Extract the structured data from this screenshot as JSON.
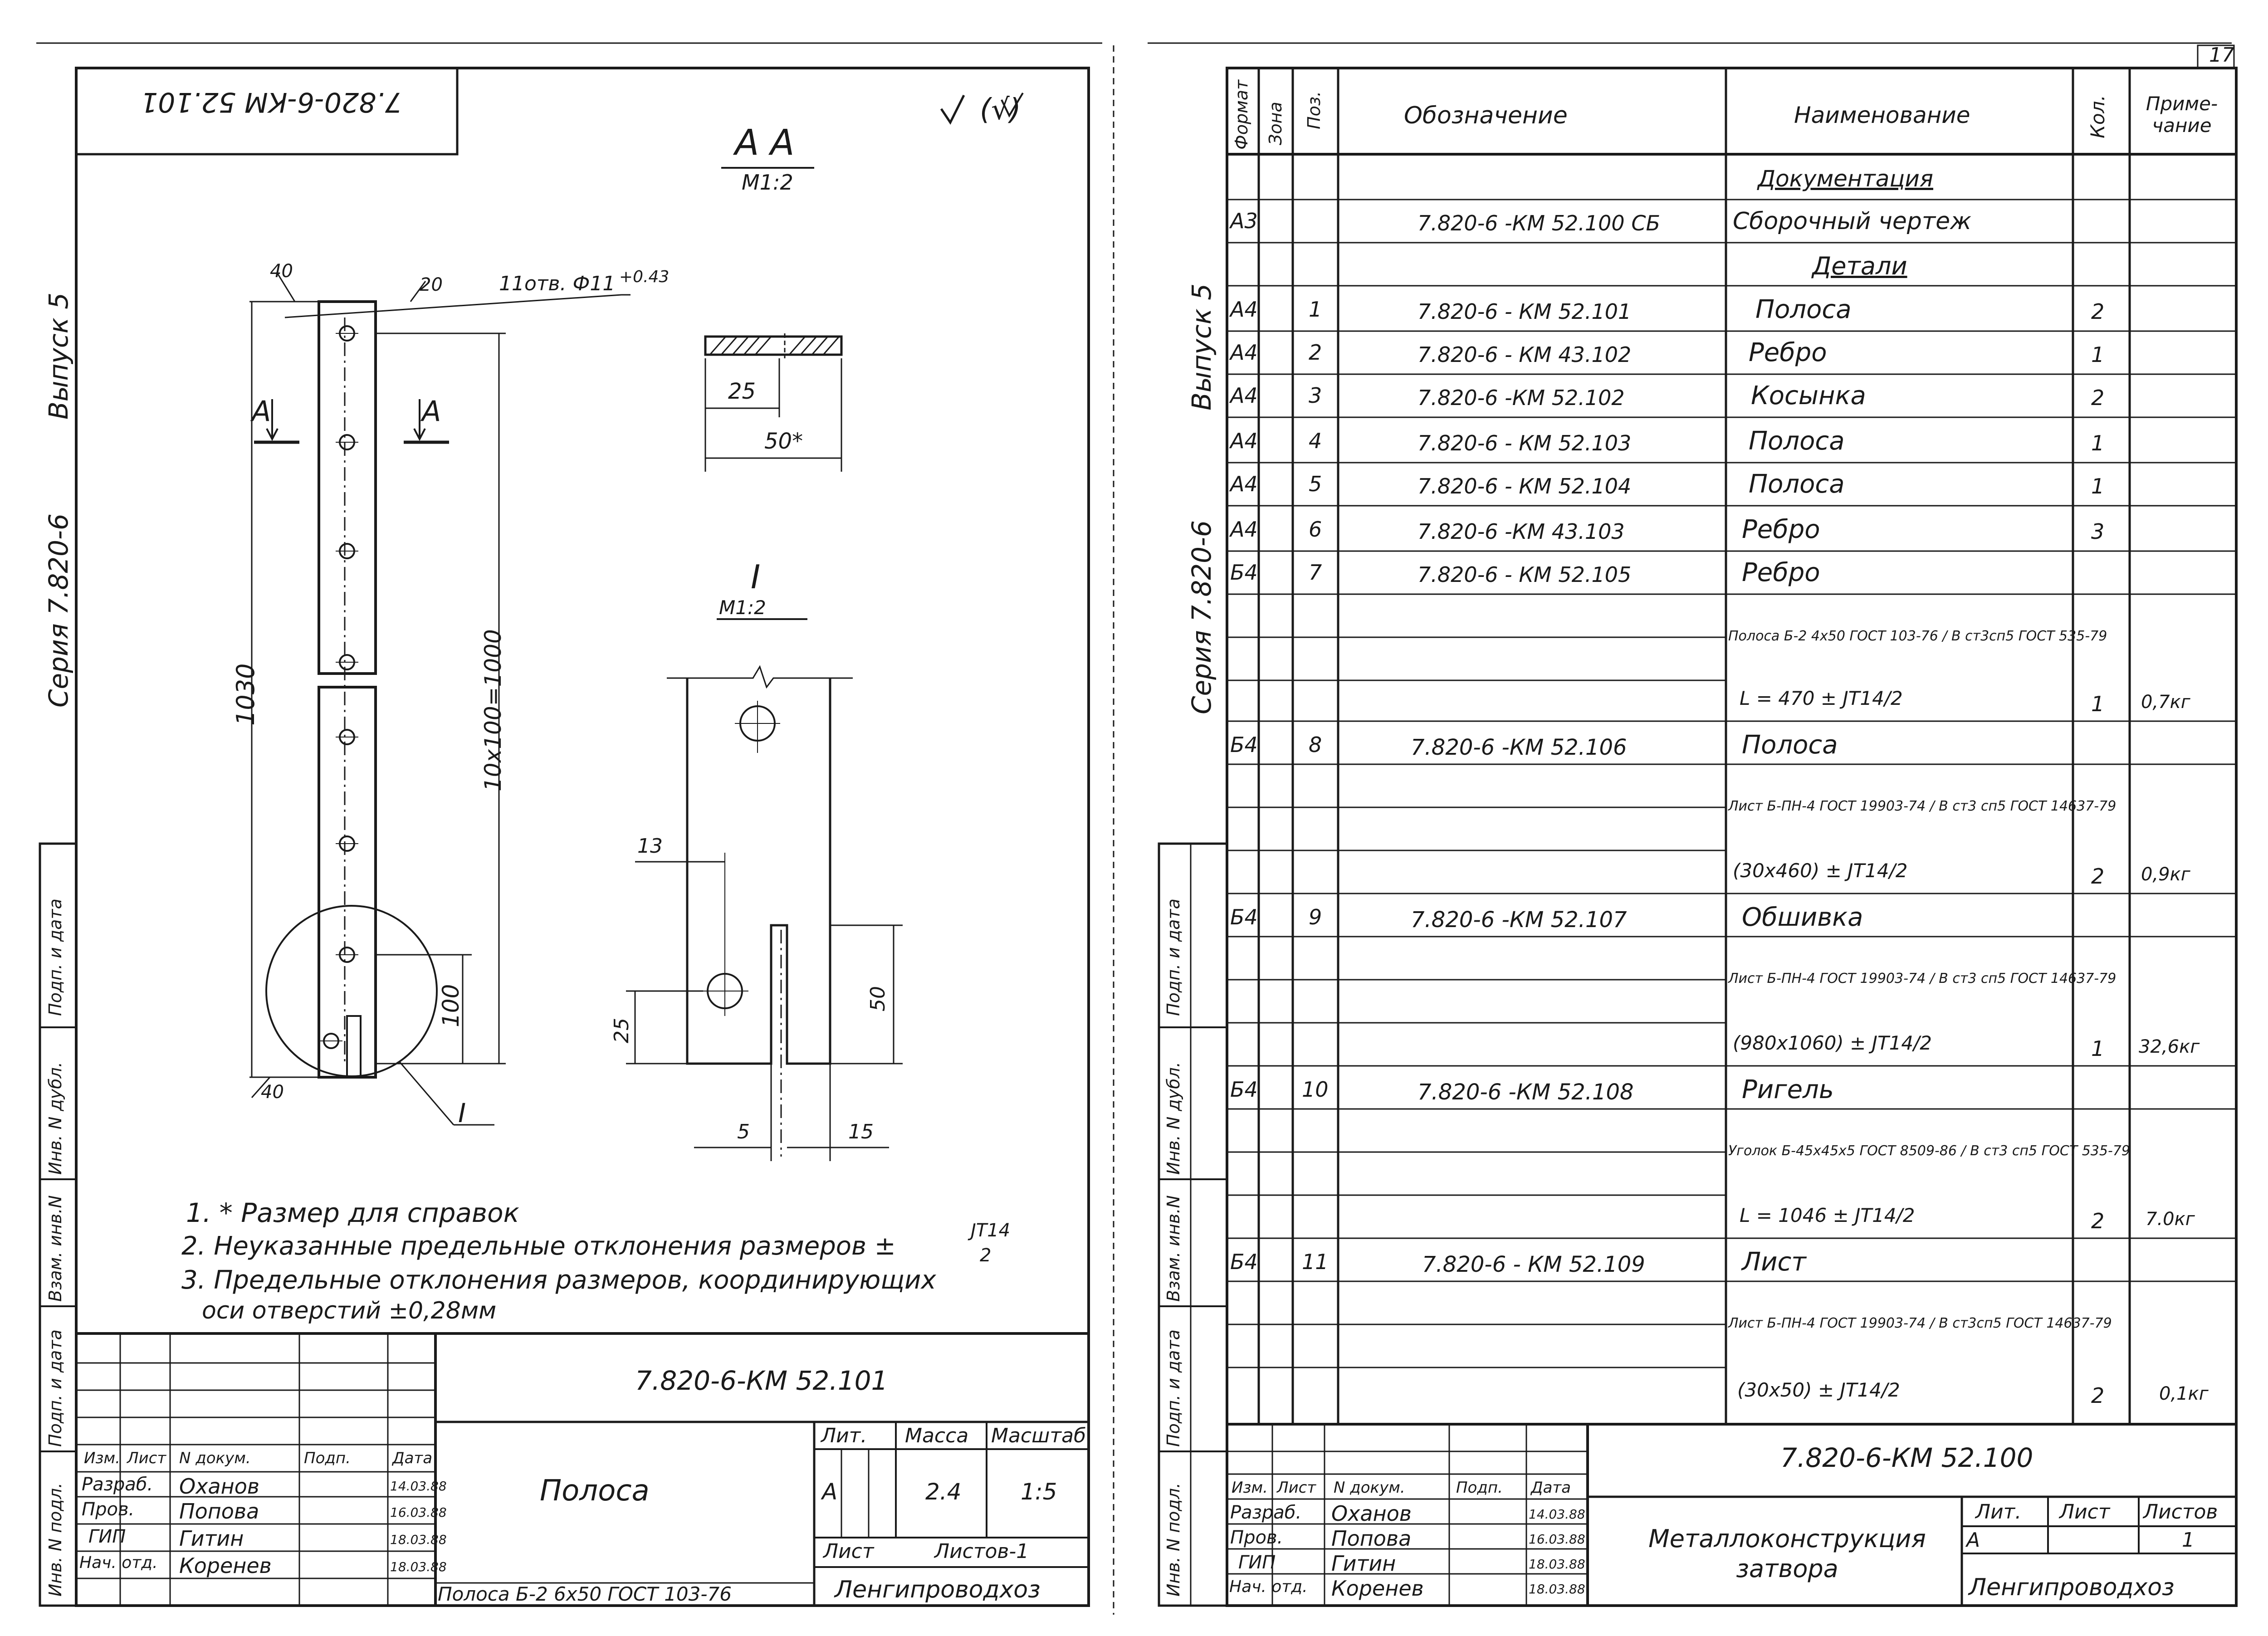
{
  "page_number": "17",
  "left_sheet": {
    "margin": {
      "vypusk": "Выпуск 5",
      "seriya": "Серия 7.820-6"
    },
    "stamp_code": "7.820-6-КМ 52.101",
    "roughness_mark": "(√)",
    "section_aa": {
      "title": "А  А",
      "scale": "М1:2",
      "dim_25": "25",
      "dim_50": "50*",
      "arrow_label": "А"
    },
    "strip": {
      "dim_40_top": "40",
      "dim_20": "20",
      "holes_note": "11отв. Ф11",
      "holes_tol": "+0.43",
      "dim_1030": "1030",
      "dim_chain": "10х100=1000",
      "dim_100": "100",
      "dim_40_bottom": "40",
      "detail_label": "I"
    },
    "detail_i": {
      "title": "I",
      "scale": "М1:2",
      "dim_13": "13",
      "dim_25": "25",
      "dim_50": "50",
      "dim_5": "5",
      "dim_15": "15"
    },
    "notes": [
      "1.  *  Размер для справок",
      "2. Неуказанные предельные отклонения размеров ±",
      "3. Предельные отклонения размеров, координирующих",
      "оси отверстий ±0,28мм"
    ],
    "note_frac": {
      "num": "JT14",
      "den": "2"
    },
    "title_block": {
      "code": "7.820-6-КМ 52.101",
      "name": "Полоса",
      "lit_label": "Лит.",
      "mass_label": "Масса",
      "scale_label": "Масштаб",
      "lit": "А",
      "mass": "2.4",
      "scale": "1:5",
      "sheet_label": "Лист",
      "sheets_label": "Листов-1",
      "org": "Ленгипроводхоз",
      "material": "Полоса Б-2 6х50 ГОСТ 103-76",
      "headers": [
        "Изм.",
        "Лист",
        "N докум.",
        "Подп.",
        "Дата"
      ],
      "rows": [
        {
          "role": "Разраб.",
          "name": "Оханов",
          "date": "14.03.88"
        },
        {
          "role": "Пров.",
          "name": "Попова",
          "date": "16.03.88"
        },
        {
          "role": "ГИП",
          "name": "Гитин",
          "date": "18.03.88"
        },
        {
          "role": "Нач. отд.",
          "name": "Коренев",
          "date": "18.03.88"
        }
      ]
    },
    "side_labels": [
      "Подп. и дата",
      "Взам. инв.N",
      "Инв. N дубл.",
      "Подп. и дата",
      "Инв. N подл."
    ]
  },
  "right_sheet": {
    "margin": {
      "vypusk": "Выпуск 5",
      "seriya": "Серия 7.820-6"
    },
    "headers": {
      "format": "Формат",
      "zone": "Зона",
      "pos": "Поз.",
      "designation": "Обозначение",
      "name": "Наименование",
      "qty": "Кол.",
      "note": "Приме- чание"
    },
    "rows": [
      {
        "name": "Документация",
        "section": true
      },
      {
        "fmt": "А3",
        "des": "7.820-6 -КМ 52.100 СБ",
        "name": "Сборочный чертеж"
      },
      {
        "name": "Детали",
        "section": true
      },
      {
        "fmt": "А4",
        "pos": "1",
        "des": "7.820-6 - КМ 52.101",
        "name": "Полоса",
        "qty": "2"
      },
      {
        "fmt": "А4",
        "pos": "2",
        "des": "7.820-6 - КМ 43.102",
        "name": "Ребро",
        "qty": "1"
      },
      {
        "fmt": "А4",
        "pos": "3",
        "des": "7.820-6 -КМ 52.102",
        "name": "Косынка",
        "qty": "2"
      },
      {
        "fmt": "А4",
        "pos": "4",
        "des": "7.820-6 - КМ 52.103",
        "name": "Полоса",
        "qty": "1"
      },
      {
        "fmt": "А4",
        "pos": "5",
        "des": "7.820-6 - КМ 52.104",
        "name": "Полоса",
        "qty": "1"
      },
      {
        "fmt": "А4",
        "pos": "6",
        "des": "7.820-6 -КМ 43.103",
        "name": "Ребро",
        "qty": "3"
      },
      {
        "fmt": "Б4",
        "pos": "7",
        "des": "7.820-6 - КМ 52.105",
        "name": "Ребро"
      },
      {
        "name": "Полоса Б-2 4х50 ГОСТ 103-76 / В ст3сп5 ГОСТ 535-79",
        "spanning": true
      },
      {
        "name": "L = 470 ± JT14/2",
        "qty": "1",
        "note": "0,7кг"
      },
      {
        "fmt": "Б4",
        "pos": "8",
        "des": "7.820-6 -КМ 52.106",
        "name": "Полоса"
      },
      {
        "name": "Лист Б-ПН-4 ГОСТ 19903-74 / В ст3 сп5 ГОСТ 14637-79",
        "spanning": true
      },
      {
        "name": "(30х460) ± JT14/2",
        "qty": "2",
        "note": "0,9кг"
      },
      {
        "fmt": "Б4",
        "pos": "9",
        "des": "7.820-6 -КМ 52.107",
        "name": "Обшивка"
      },
      {
        "name": "Лист Б-ПН-4 ГОСТ 19903-74 / В ст3 сп5 ГОСТ 14637-79",
        "spanning": true
      },
      {
        "name": "(980х1060) ± JT14/2",
        "qty": "1",
        "note": "32,6кг"
      },
      {
        "fmt": "Б4",
        "pos": "10",
        "des": "7.820-6 -КМ 52.108",
        "name": "Ригель"
      },
      {
        "name": "Уголок Б-45х45х5 ГОСТ 8509-86 / В ст3 сп5 ГОСТ 535-79",
        "spanning": true
      },
      {
        "name": "L = 1046 ± JT14/2",
        "qty": "2",
        "note": "7.0кг"
      },
      {
        "fmt": "Б4",
        "pos": "11",
        "des": "7.820-6 - КМ 52.109",
        "name": "Лист"
      },
      {
        "name": "Лист Б-ПН-4 ГОСТ 19903-74 / В ст3сп5 ГОСТ 14637-79",
        "spanning": true
      },
      {
        "name": "(30х50) ± JT14/2",
        "qty": "2",
        "note": "0,1кг"
      }
    ],
    "title_block": {
      "code": "7.820-6-КМ 52.100",
      "name": "Металлоконструкция затвора",
      "lit_label": "Лит.",
      "sheet_label": "Лист",
      "sheets_label": "Листов",
      "lit": "А",
      "sheets": "1",
      "org": "Ленгипроводхоз",
      "headers": [
        "Изм.",
        "Лист",
        "N докум.",
        "Подп.",
        "Дата"
      ],
      "rows": [
        {
          "role": "Разраб.",
          "name": "Оханов",
          "date": "14.03.88"
        },
        {
          "role": "Пров.",
          "name": "Попова",
          "date": "16.03.88"
        },
        {
          "role": "ГИП",
          "name": "Гитин",
          "date": "18.03.88"
        },
        {
          "role": "Нач. отд.",
          "name": "Коренев",
          "date": "18.03.88"
        }
      ]
    },
    "side_labels": [
      "Подп. и дата",
      "Взам. инв.N",
      "Инв. N дубл.",
      "Подп. и дата",
      "Инв. N подл."
    ]
  }
}
